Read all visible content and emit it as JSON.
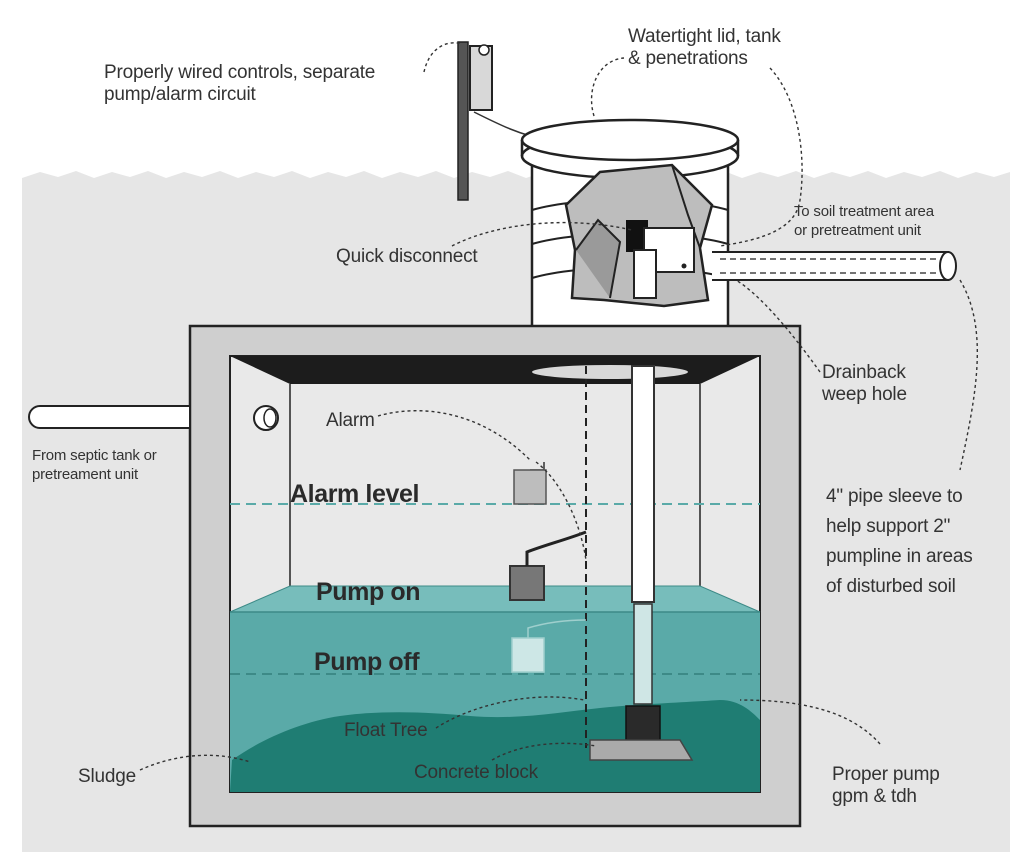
{
  "labels": {
    "controls": [
      "Properly wired controls, separate",
      "pump/alarm circuit"
    ],
    "lid": [
      "Watertight lid, tank",
      "& penetrations"
    ],
    "soil_treatment": [
      "To soil treatment area",
      "or pretreatment unit"
    ],
    "quick_disconnect": "Quick disconnect",
    "drainback": [
      "Drainback",
      "weep hole"
    ],
    "alarm": "Alarm",
    "from_septic": [
      "From septic tank or",
      "pretreament unit"
    ],
    "alarm_level": "Alarm level",
    "pipe_sleeve": [
      "4\" pipe sleeve to",
      "help support 2\"",
      "pumpline in areas",
      "of disturbed soil"
    ],
    "pump_on": "Pump on",
    "pump_off": "Pump off",
    "float_tree": "Float Tree",
    "sludge": "Sludge",
    "concrete_block": "Concrete block",
    "proper_pump": [
      "Proper pump",
      "gpm & tdh"
    ]
  },
  "colors": {
    "soil": "#e6e6e6",
    "tank_wall": "#cfcfcf",
    "water": "#5aaaa8",
    "water_surface": "#77bdbb",
    "sludge": "#1f7d73",
    "outline": "#333333"
  }
}
